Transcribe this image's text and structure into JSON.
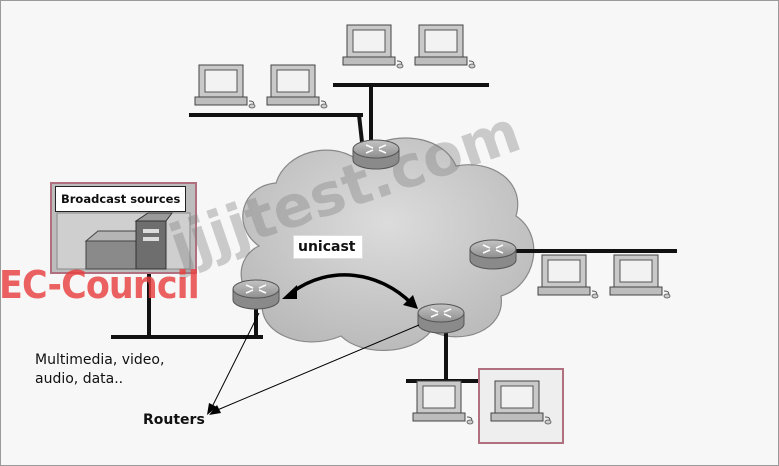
{
  "labels": {
    "broadcast_sources": "Broadcast sources",
    "unicast": "unicast",
    "media": "Multimedia, video,\naudio, data..",
    "routers": "Routers"
  },
  "watermarks": {
    "brand": "EC-Council",
    "site": "jjjjtest.com"
  },
  "colors": {
    "cloud": "#c8c8c8",
    "router": "#9c9c9c",
    "highlight_frame": "#b07080",
    "watermark_brand": "#e84040"
  },
  "icons": [
    "network-cloud-icon",
    "router-icon",
    "workstation-icon",
    "server-icon"
  ]
}
